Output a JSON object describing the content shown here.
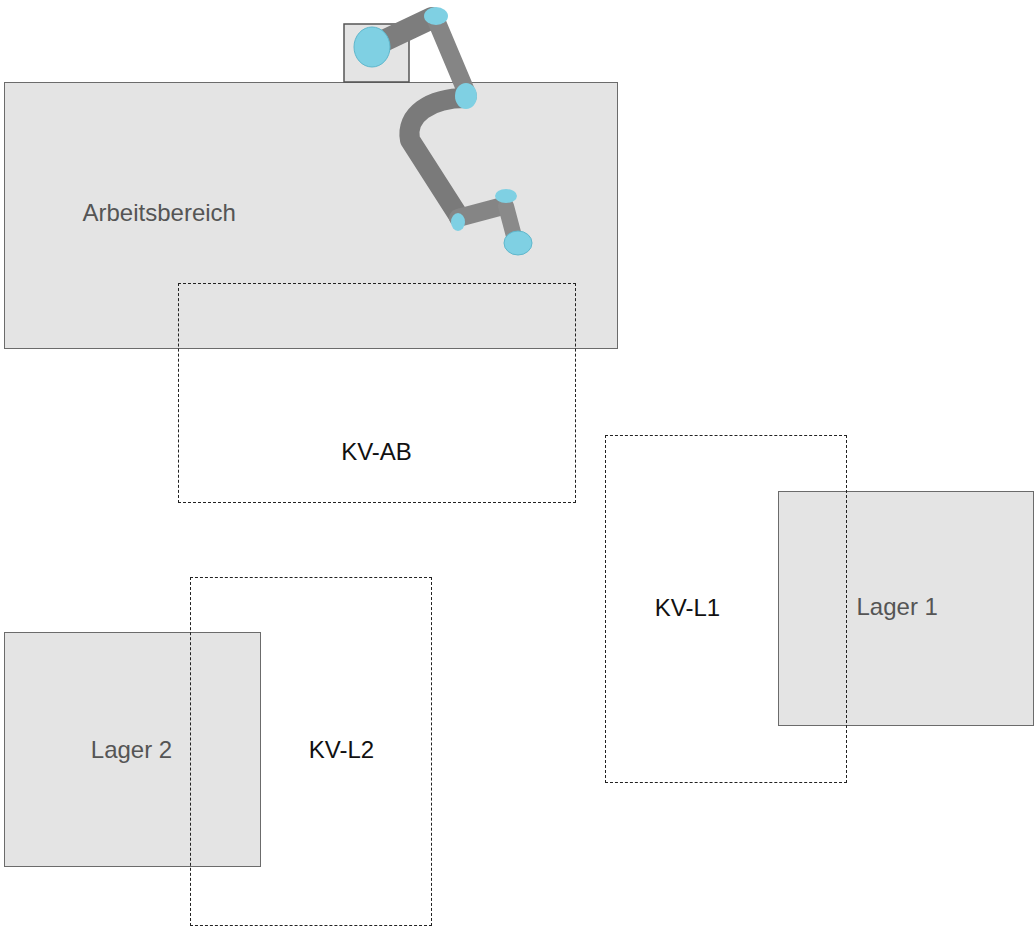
{
  "diagram": {
    "nodes": [
      {
        "text": [
          "Arbeitsbereich"
        ]
      },
      {
        "text": [
          "KV-AB"
        ]
      },
      {
        "text": [
          "KV-L1"
        ]
      },
      {
        "text": [
          "Lager 1"
        ]
      },
      {
        "text": [
          "Lager 2"
        ]
      },
      {
        "text": [
          "KV-L2"
        ]
      }
    ]
  }
}
